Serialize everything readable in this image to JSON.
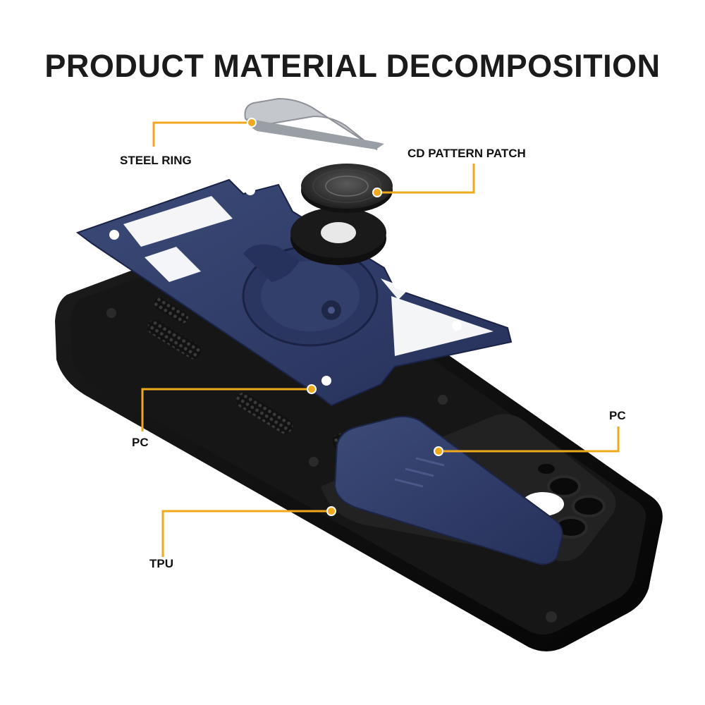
{
  "title": "PRODUCT MATERIAL DECOMPOSITION",
  "colors": {
    "leader_line": "#f0a81c",
    "tpu_case": "#0e0e0e",
    "pc_plate": "#2e3b63",
    "steel_ring": "#b9bcc2",
    "patch": "#222222"
  },
  "callouts": [
    {
      "id": "steel-ring",
      "label": "STEEL RING"
    },
    {
      "id": "cd-pattern-patch",
      "label": "CD PATTERN PATCH"
    },
    {
      "id": "pc-bracket",
      "label": "PC"
    },
    {
      "id": "pc-slider",
      "label": "PC"
    },
    {
      "id": "tpu",
      "label": "TPU"
    }
  ]
}
